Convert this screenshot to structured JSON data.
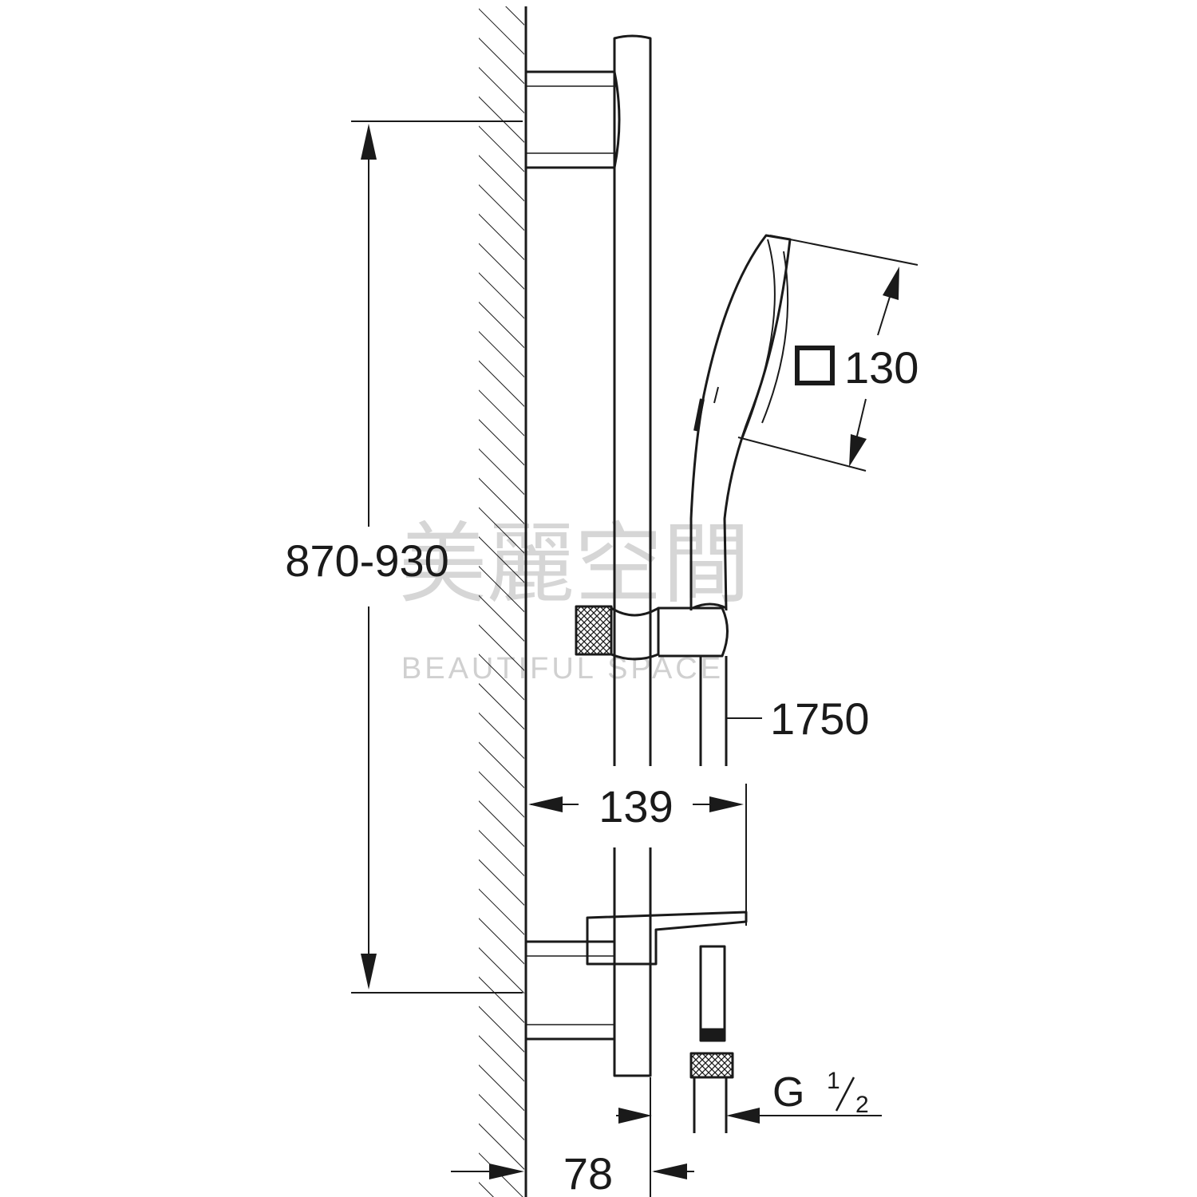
{
  "dimensions": {
    "height_range": "870-930",
    "head_size": "130",
    "hose_length": "1750",
    "rail_projection": "139",
    "wall_offset": "78",
    "thread_prefix": "G",
    "thread_num": "1",
    "thread_den": "2"
  },
  "watermark": {
    "chinese": "美麗空間",
    "english": "BEAUTIFUL SPACE"
  },
  "colors": {
    "line": "#1a1a1a",
    "watermark": "#d6d6d6"
  },
  "icons": {
    "head_symbol": "square-symbol-icon"
  }
}
